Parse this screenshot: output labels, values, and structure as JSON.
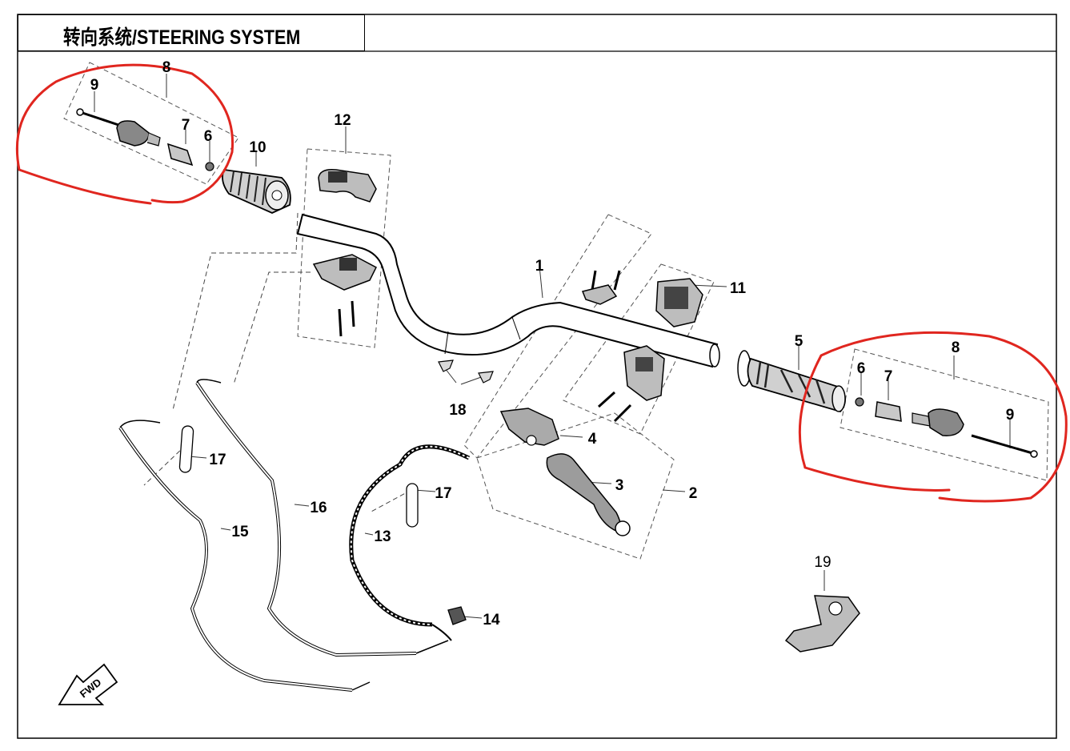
{
  "title": "转向系统/STEERING SYSTEM",
  "fwd_label": "FWD",
  "callouts": [
    "1",
    "2",
    "3",
    "4",
    "5",
    "6",
    "6",
    "7",
    "7",
    "8",
    "8",
    "9",
    "9",
    "10",
    "11",
    "12",
    "13",
    "14",
    "15",
    "16",
    "17",
    "17",
    "18",
    "19"
  ],
  "colors": {
    "line": "#000000",
    "part_fill": "#bfbfbf",
    "part_dark": "#3a3a3a",
    "highlight": "#e0261f"
  }
}
